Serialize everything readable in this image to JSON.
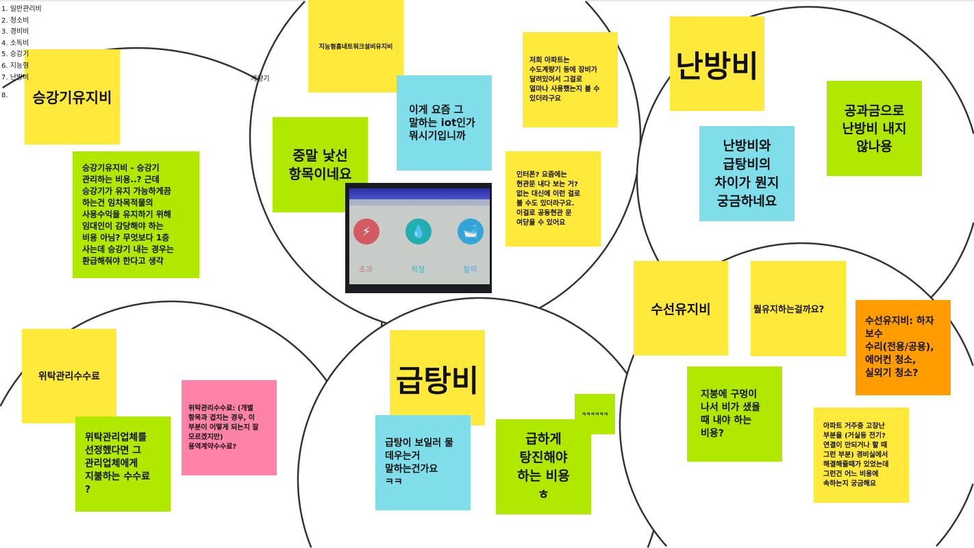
{
  "list": {
    "items": [
      "1. 일반관리비",
      "2. 청소비",
      "3. 경비비",
      "4. 소독비",
      "5. 승강기",
      "6. 지능형",
      "7. 난방비"
    ],
    "item8": "8.",
    "fragment": "계량기"
  },
  "colors": {
    "yellow": "#ffe93b",
    "green": "#b0e800",
    "blue": "#80deea",
    "pink": "#ff82a9",
    "orange": "#ff9d00",
    "line": "#333333"
  },
  "notes": {
    "elevator_title": "승강기유지비",
    "elevator_comment": "승강기유지비 - 승강기\n관리하는 비용..? 근데\n승강기가 유지 가능하게끔\n하는건 임차목적물의\n사용수익을 유지하기 위해\n임대인이 감당해야 하는\n비용 아님? 무엇보다 1층\n사는데 승강기 내는 경우는\n환급해줘야 한다고 생각",
    "homenet_title": "지능형홈네트워크설비유지비",
    "iot_comment": "이게 요즘 그\n말하는 iot인가\n뭐시기입니까",
    "strange_comment": "중말 낯선\n항목이네요",
    "meter_comment": "저희 아파트는\n수도계량기 등에 장비가\n달려있어서 그걸로\n얼마나 사용했는지 볼 수\n있더라구요",
    "intercom_comment": "인터폰? 요즘에는\n현관문 내다 보는 거?\n없는 대신에 이런 걸로\n볼 수도 있더라구요.\n이걸로 공동현관 문\n여닫을 수 있어요",
    "heating_title": "난방비",
    "utility_comment": "공과금으로\n난방비 내지\n않나용",
    "heating_diff_comment": "난방비와\n급탕비의\n차이가 뭔지\n궁금하네요",
    "repair_title": "수선유지비",
    "repair_question": "뭘유지하는걸까요?",
    "repair_def": "수선유지비: 하자\n보수\n수리(전용/공용),\n에어컨 청소,\n실외기 청소?",
    "roof_comment": "지붕에 구멍이\n나서 비가 샜을\n때 내야 하는\n비용?",
    "broken_comment": "아파트 거주중 고장난\n부분을 (거실등 전기?\n연결이 안되거나 할 때\n그런 부분) 경비실에서\n해결해줄때가 있었는데\n그런건 어느 비용에\n속하는지 궁금해요",
    "trust_title": "위탁관리수수료",
    "trust_comment": "위탁관리업체를\n선정했다면 그\n관리업체에게\n지불하는 수수료\n?",
    "trust_def": "위탁관리수수료: (개별\n항목과 겹치는 경우, 이\n부분이 어떻게 되는지 잘\n모르겠지만)\n용역계약수수료?",
    "hotwater_title": "급탕비",
    "boiler_comment": "급탕이 보일러 물\n데우는거\n말하는건가요\nㅋㅋ",
    "hurry_comment": "급하게\n탕진해야\n하는 비용\nㅎ",
    "lol": "ㅋㅋㅋㅋㅋㅋ"
  },
  "photo": {
    "labels": [
      "초과",
      "적정",
      "절약"
    ],
    "icons": [
      "lightning-icon",
      "water-drop-icon",
      "bathtub-icon"
    ]
  }
}
